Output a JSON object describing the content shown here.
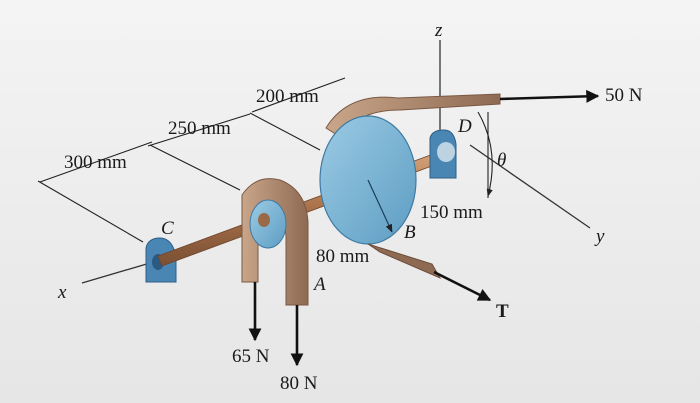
{
  "dimensions": {
    "d300": "300 mm",
    "d250": "250 mm",
    "d200": "200 mm",
    "d80": "80 mm",
    "d150": "150 mm"
  },
  "points": {
    "c": "C",
    "d": "D",
    "a": "A",
    "b": "B"
  },
  "axes": {
    "x": "x",
    "y": "y",
    "z": "z"
  },
  "angle": "θ",
  "forces": {
    "f50": "50 N",
    "f65": "65 N",
    "f80": "80 N",
    "t": "T"
  },
  "colors": {
    "pulley": "#7fb7d6",
    "belt": "#b58f72",
    "shaft": "#b07a52",
    "bearing": "#5a93bf"
  }
}
